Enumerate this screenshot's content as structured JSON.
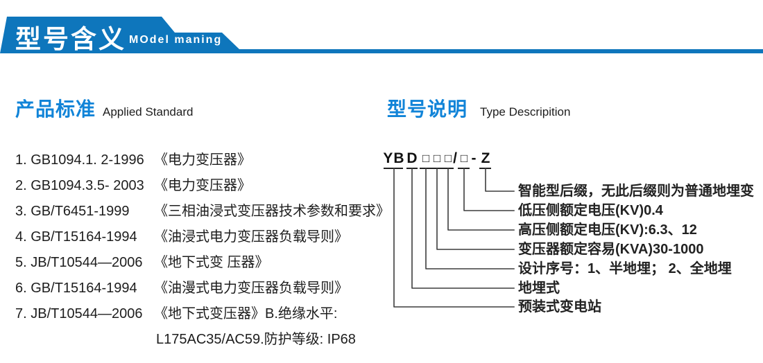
{
  "colors": {
    "banner_blue": "#0e76bc",
    "heading_blue": "#1184d8",
    "text": "#1d1d1d",
    "line": "#3c3c3c"
  },
  "banner": {
    "title_zh": "型号含义",
    "title_en": "MOdel maning"
  },
  "left": {
    "heading_zh": "产品标准",
    "heading_en": "Applied Standard",
    "items": [
      {
        "code": "1. GB1094.1. 2-1996",
        "title": "《电力变压器》"
      },
      {
        "code": "2. GB1094.3.5- 2003",
        "title": "《电力变压器》"
      },
      {
        "code": "3. GB/T6451-1999",
        "title": "《三相油浸式变压器技术参数和要求》"
      },
      {
        "code": "4. GB/T15164-1994",
        "title": "《油浸式电力变压器负载导则》"
      },
      {
        "code": "5. JB/T10544—2006",
        "title": "《地下式变 压器》"
      },
      {
        "code": "6. GB/T15164-1994",
        "title": "《油漫式电力变压器负载导则》"
      },
      {
        "code": "7. JB/T10544—2006",
        "title": "《地下式变压器》B.绝缘水平:"
      }
    ],
    "continuation": "L175AC35/AC59.防护等级: IP68"
  },
  "right": {
    "heading_zh": "型号说明",
    "heading_en": "Type Descripition",
    "model_code": {
      "yb": "YB",
      "d": "D",
      "box1": "□",
      "box2": "□",
      "box3": "□",
      "slash": "/",
      "box4": "□",
      "dash": "-",
      "z": "Z"
    },
    "labels": [
      "智能型后缀，无此后缀则为普通地埋变",
      "低压侧额定电压(KV)0.4",
      "高压侧额定电压(KV):6.3、12",
      "变压器额定容易(KVA)30-1000",
      "设计序号：1、半地埋； 2、全地埋",
      "地埋式",
      "预装式变电站"
    ]
  }
}
